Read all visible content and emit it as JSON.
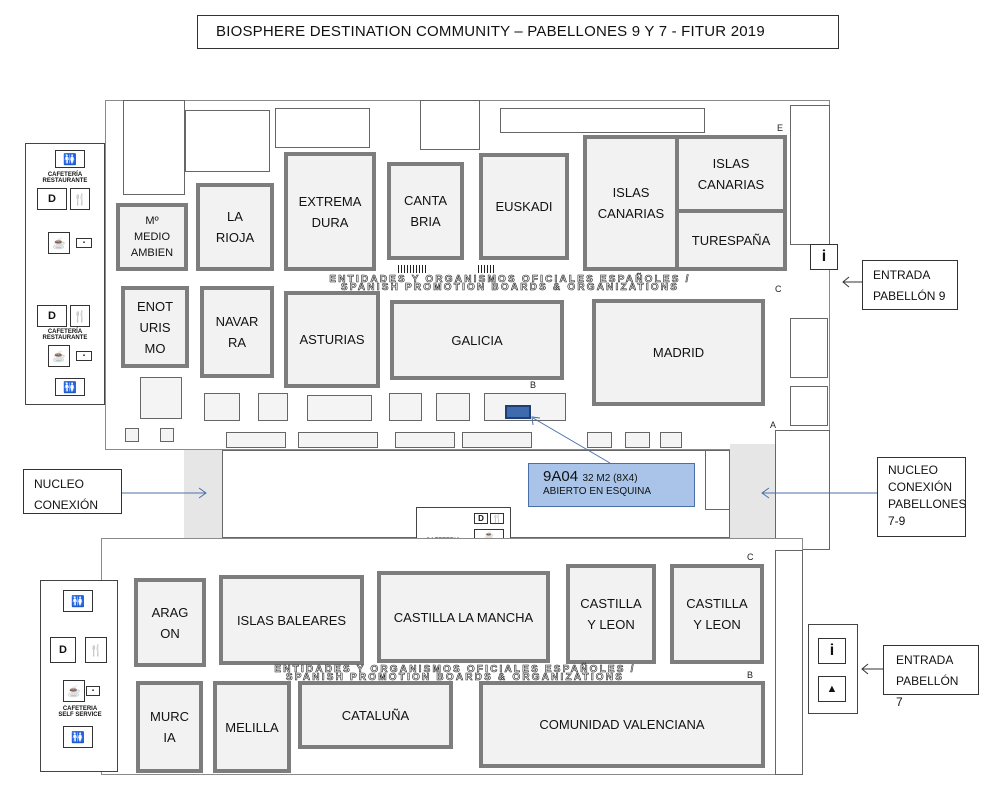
{
  "title": "BIOSPHERE DESTINATION COMMUNITY – PABELLONES  9 Y 7 -  FITUR 2019",
  "stands": {
    "medio_ambiente": "Mº\nMEDIO\nAMBIEN",
    "la_rioja": "LA\nRIOJA",
    "extremadura": "EXTREMA\nDURA",
    "cantabria": "CANTA\nBRIA",
    "euskadi": "EUSKADI",
    "islas_canarias_1": "ISLAS\nCANARIAS",
    "islas_canarias_2": "ISLAS\nCANARIAS",
    "turespana": "TURESPAÑA",
    "enoturismo": "ENOT\nURIS\nMO",
    "navarra": "NAVAR\nRA",
    "asturias": "ASTURIAS",
    "galicia": "GALICIA",
    "madrid": "MADRID",
    "aragon": "ARAG\nON",
    "islas_baleares": "ISLAS BALEARES",
    "castilla_la_mancha": "CASTILLA LA MANCHA",
    "castilla_leon_1": "CASTILLA\nY LEON",
    "castilla_leon_2": "CASTILLA\nY LEON",
    "murcia": "MURC\nIA",
    "melilla": "MELILLA",
    "cataluna": "CATALUÑA",
    "comunidad_valenciana": "COMUNIDAD VALENCIANA"
  },
  "banner": {
    "line1": "ENTIDADES Y ORGANISMOS OFICIALES ESPAÑOLES /",
    "line2": "SPANISH PROMOTION BOARDS & ORGANIZATIONS"
  },
  "labels": {
    "nucleo_conexion": "NUCLEO\nCONEXIÓN",
    "nucleo_conexion_pabellones": "NUCLEO\nCONEXIÓN\nPABELLONES\n7-9",
    "entrada_9": "ENTRADA\nPABELLÓN 9",
    "entrada_7": "ENTRADA\nPABELLÓN 7"
  },
  "highlight": {
    "code": "9A04",
    "size": "32 M2 (8X4)",
    "description": "ABIERTO EN ESQUINA",
    "color": "#a9c4e8",
    "booth_color": "#3d6bad"
  },
  "services": {
    "cafeteria_restaurante": "CAFETERÍA\nRESTAURANTE",
    "cafeteria_self_service": "CAFETERIA\nSELF SERVICE"
  },
  "letters": {
    "a": "A",
    "b": "B",
    "c": "C",
    "e": "E"
  }
}
